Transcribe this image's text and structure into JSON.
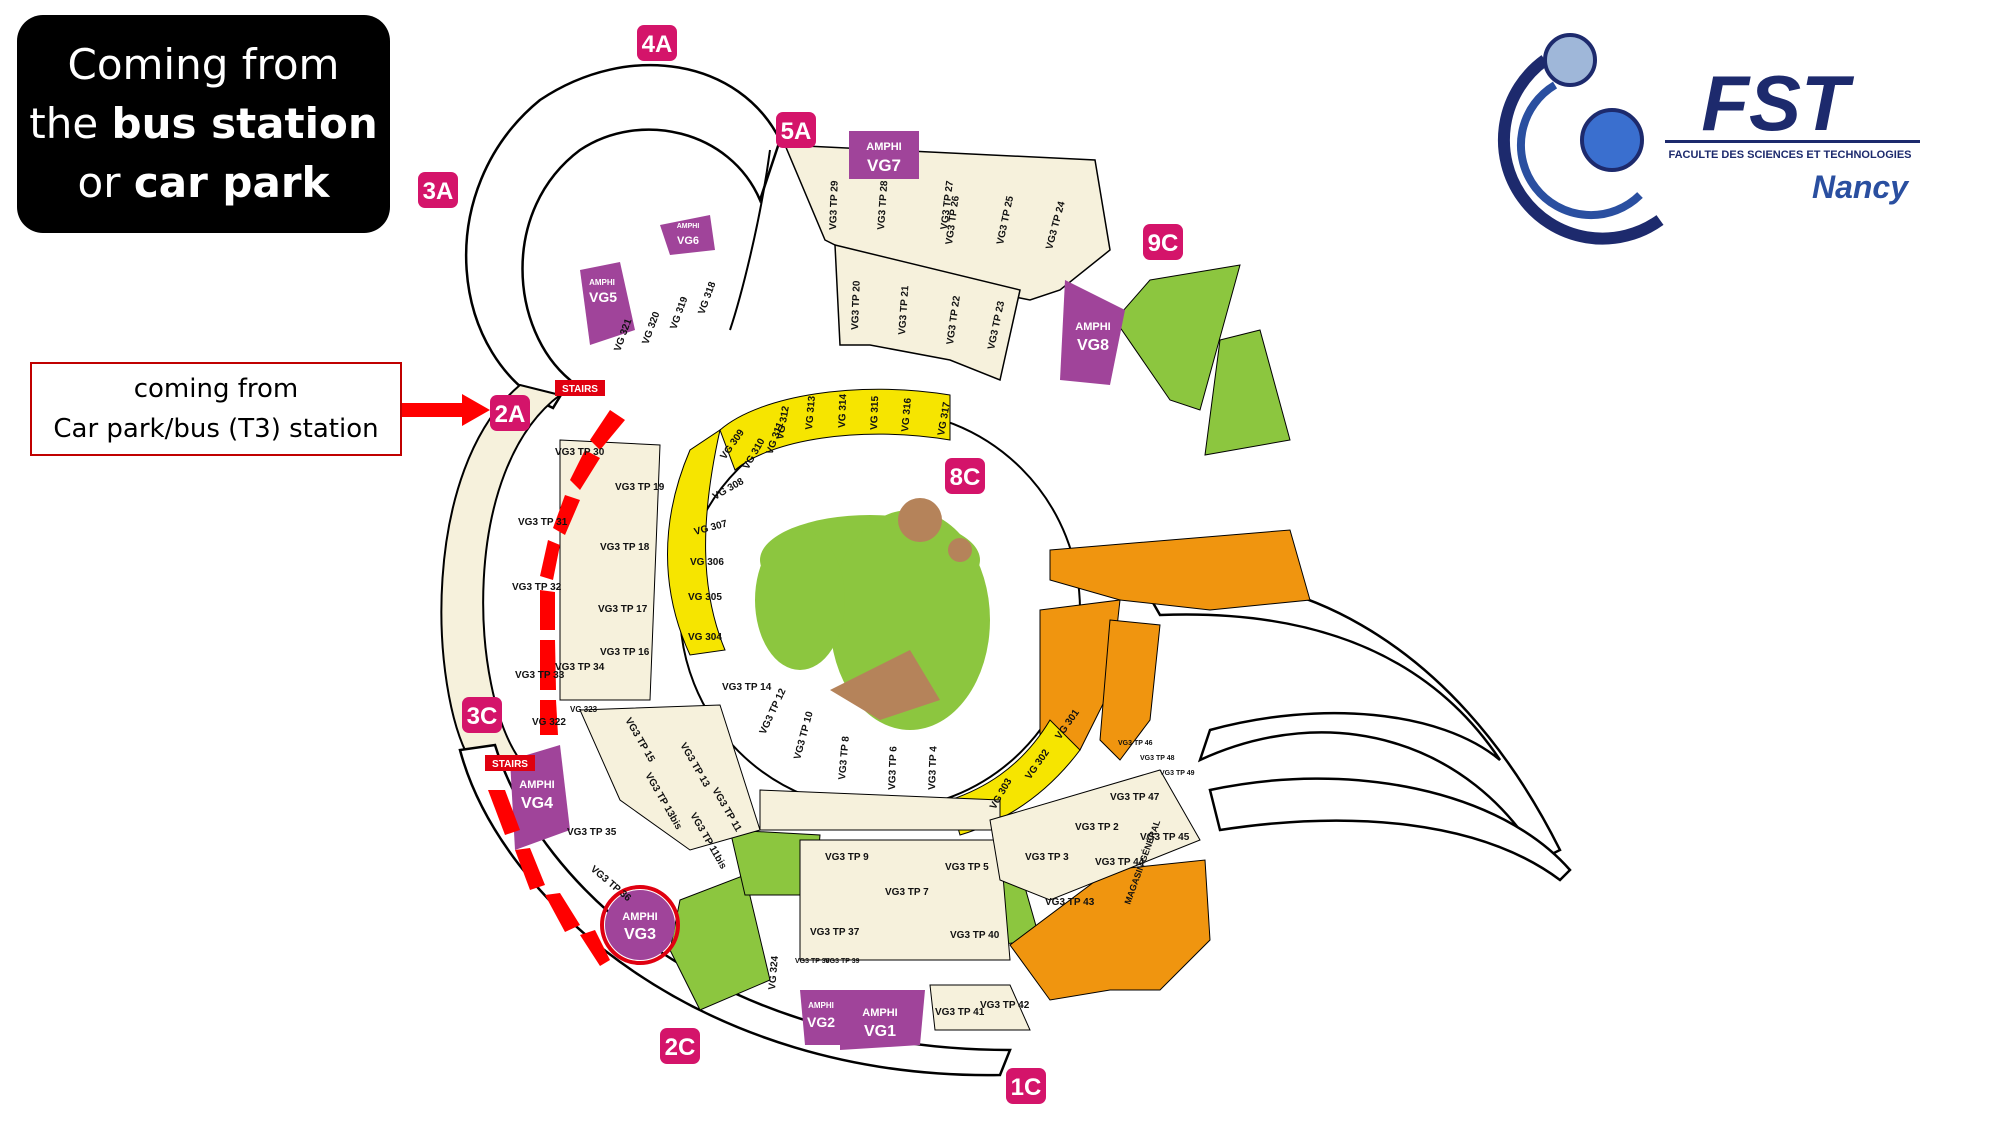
{
  "title": {
    "line1": "Coming from",
    "line2_pre": "the ",
    "line2_bold": "bus station",
    "line3_pre": "or ",
    "line3_bold": "car park"
  },
  "note": {
    "line1": "coming from",
    "line2": "Car park/bus (T3) station"
  },
  "logo": {
    "name": "FST",
    "subtitle": "FACULTE DES SCIENCES ET TECHNOLOGIES",
    "city": "Nancy"
  },
  "entrances": [
    "4A",
    "5A",
    "3A",
    "9C",
    "2A",
    "8C",
    "3C",
    "2C",
    "1C"
  ],
  "amphis": {
    "vg7": [
      "AMPHI",
      "VG7"
    ],
    "vg6": [
      "AMPHI",
      "VG6"
    ],
    "vg5": [
      "AMPHI",
      "VG5"
    ],
    "vg8": [
      "AMPHI",
      "VG8"
    ],
    "vg4": [
      "AMPHI",
      "VG4"
    ],
    "vg3": [
      "AMPHI",
      "VG3"
    ],
    "vg2": [
      "AMPHI",
      "VG2"
    ],
    "vg1": [
      "AMPHI",
      "VG1"
    ]
  },
  "stairs": [
    "STAIRS",
    "STAIRS"
  ],
  "magasin": "MAGASIN GÉNÉRAL",
  "rooms_outer_north": [
    "VG3 TP 29",
    "VG3 TP 28",
    "VG3 TP 27",
    "VG3 TP 26",
    "VG3 TP 25",
    "VG3 TP 24",
    "VG3 TP 20",
    "VG3 TP 21",
    "VG3 TP 22",
    "VG3 TP 23"
  ],
  "rooms_inner_north": [
    "VG 312",
    "VG 313",
    "VG 314",
    "VG 315",
    "VG 316",
    "VG 317",
    "VG 310",
    "VG 311"
  ],
  "rooms_vg6": [
    "VG 321",
    "VG 320",
    "VG 319",
    "VG 318"
  ],
  "rooms_west": [
    "VG3 TP 30",
    "VG3 TP 19",
    "VG3 TP 31",
    "VG3 TP 18",
    "VG3 TP 32",
    "VG3 TP 17",
    "VG3 TP 33",
    "VG3 TP 34",
    "VG3 TP 16",
    "VG 322",
    "VG 323"
  ],
  "rooms_inner_west": [
    "VG 309",
    "VG 308",
    "VG 307",
    "VG 306",
    "VG 305",
    "VG 304"
  ],
  "rooms_south": [
    "VG3 TP 14",
    "VG3 TP 15",
    "VG3 TP 13",
    "VG3 TP 13bis",
    "VG3 TP 12",
    "VG3 TP 11",
    "VG3 TP 11bis",
    "VG3 TP 10",
    "VG3 TP 8",
    "VG3 TP 6",
    "VG3 TP 4",
    "VG3 TP 35",
    "VG3 TP 36"
  ],
  "rooms_inner_south": [
    "VG 303",
    "VG 302",
    "VG 301"
  ],
  "rooms_outer_south": [
    "VG3 TP 9",
    "VG3 TP 7",
    "VG3 TP 5",
    "VG3 TP 37",
    "VG3 TP 40",
    "VG3 TP 41",
    "VG3 TP 42",
    "VG3 TP 38",
    "VG3 TP 39",
    "VG 324"
  ],
  "rooms_east": [
    "VG3 TP 3",
    "VG3 TP 2",
    "VG3 TP 47",
    "VG3 TP 44",
    "VG3 TP 45",
    "VG3 TP 43",
    "VG3 TP 46",
    "VG3 TP 48",
    "VG3 TP 49"
  ],
  "colors": {
    "entrance": "#d4146a",
    "amphi": "#a0449a",
    "room": "#f6f1dc",
    "room_yellow": "#f6e500",
    "green": "#8cc63f",
    "orange": "#f0950f",
    "blue": "#7fbfe8",
    "arrow": "#ff0000",
    "pink": "#f39ac8"
  }
}
